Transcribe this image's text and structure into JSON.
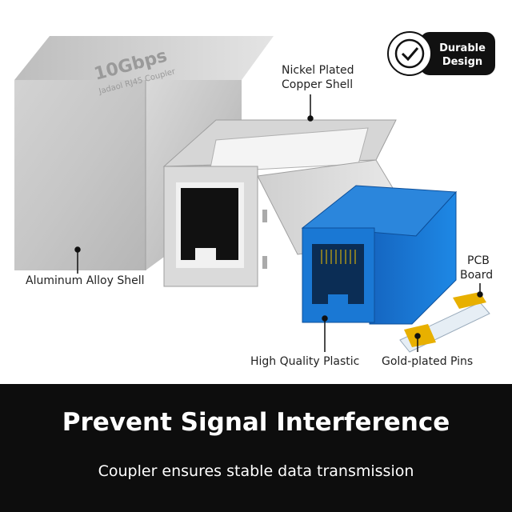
{
  "badge": {
    "line1": "Durable",
    "line2": "Design",
    "icon": "check-seal-icon"
  },
  "product": {
    "engraving_line1": "10Gbps",
    "engraving_line2": "Jadaol RJ45 Coupler"
  },
  "callouts": {
    "nickel_line1": "Nickel Plated",
    "nickel_line2": "Copper Shell",
    "aluminum": "Aluminum Alloy Shell",
    "pcb_line1": "PCB",
    "pcb_line2": "Board",
    "plastic": "High Quality Plastic",
    "pins": "Gold-plated Pins"
  },
  "banner": {
    "title": "Prevent Signal Interference",
    "subtitle": "Coupler ensures stable data transmission"
  },
  "colors": {
    "banner_bg": "#0d0d0d",
    "plastic_blue": "#1a78d4",
    "pin_gold": "#e8b000"
  }
}
